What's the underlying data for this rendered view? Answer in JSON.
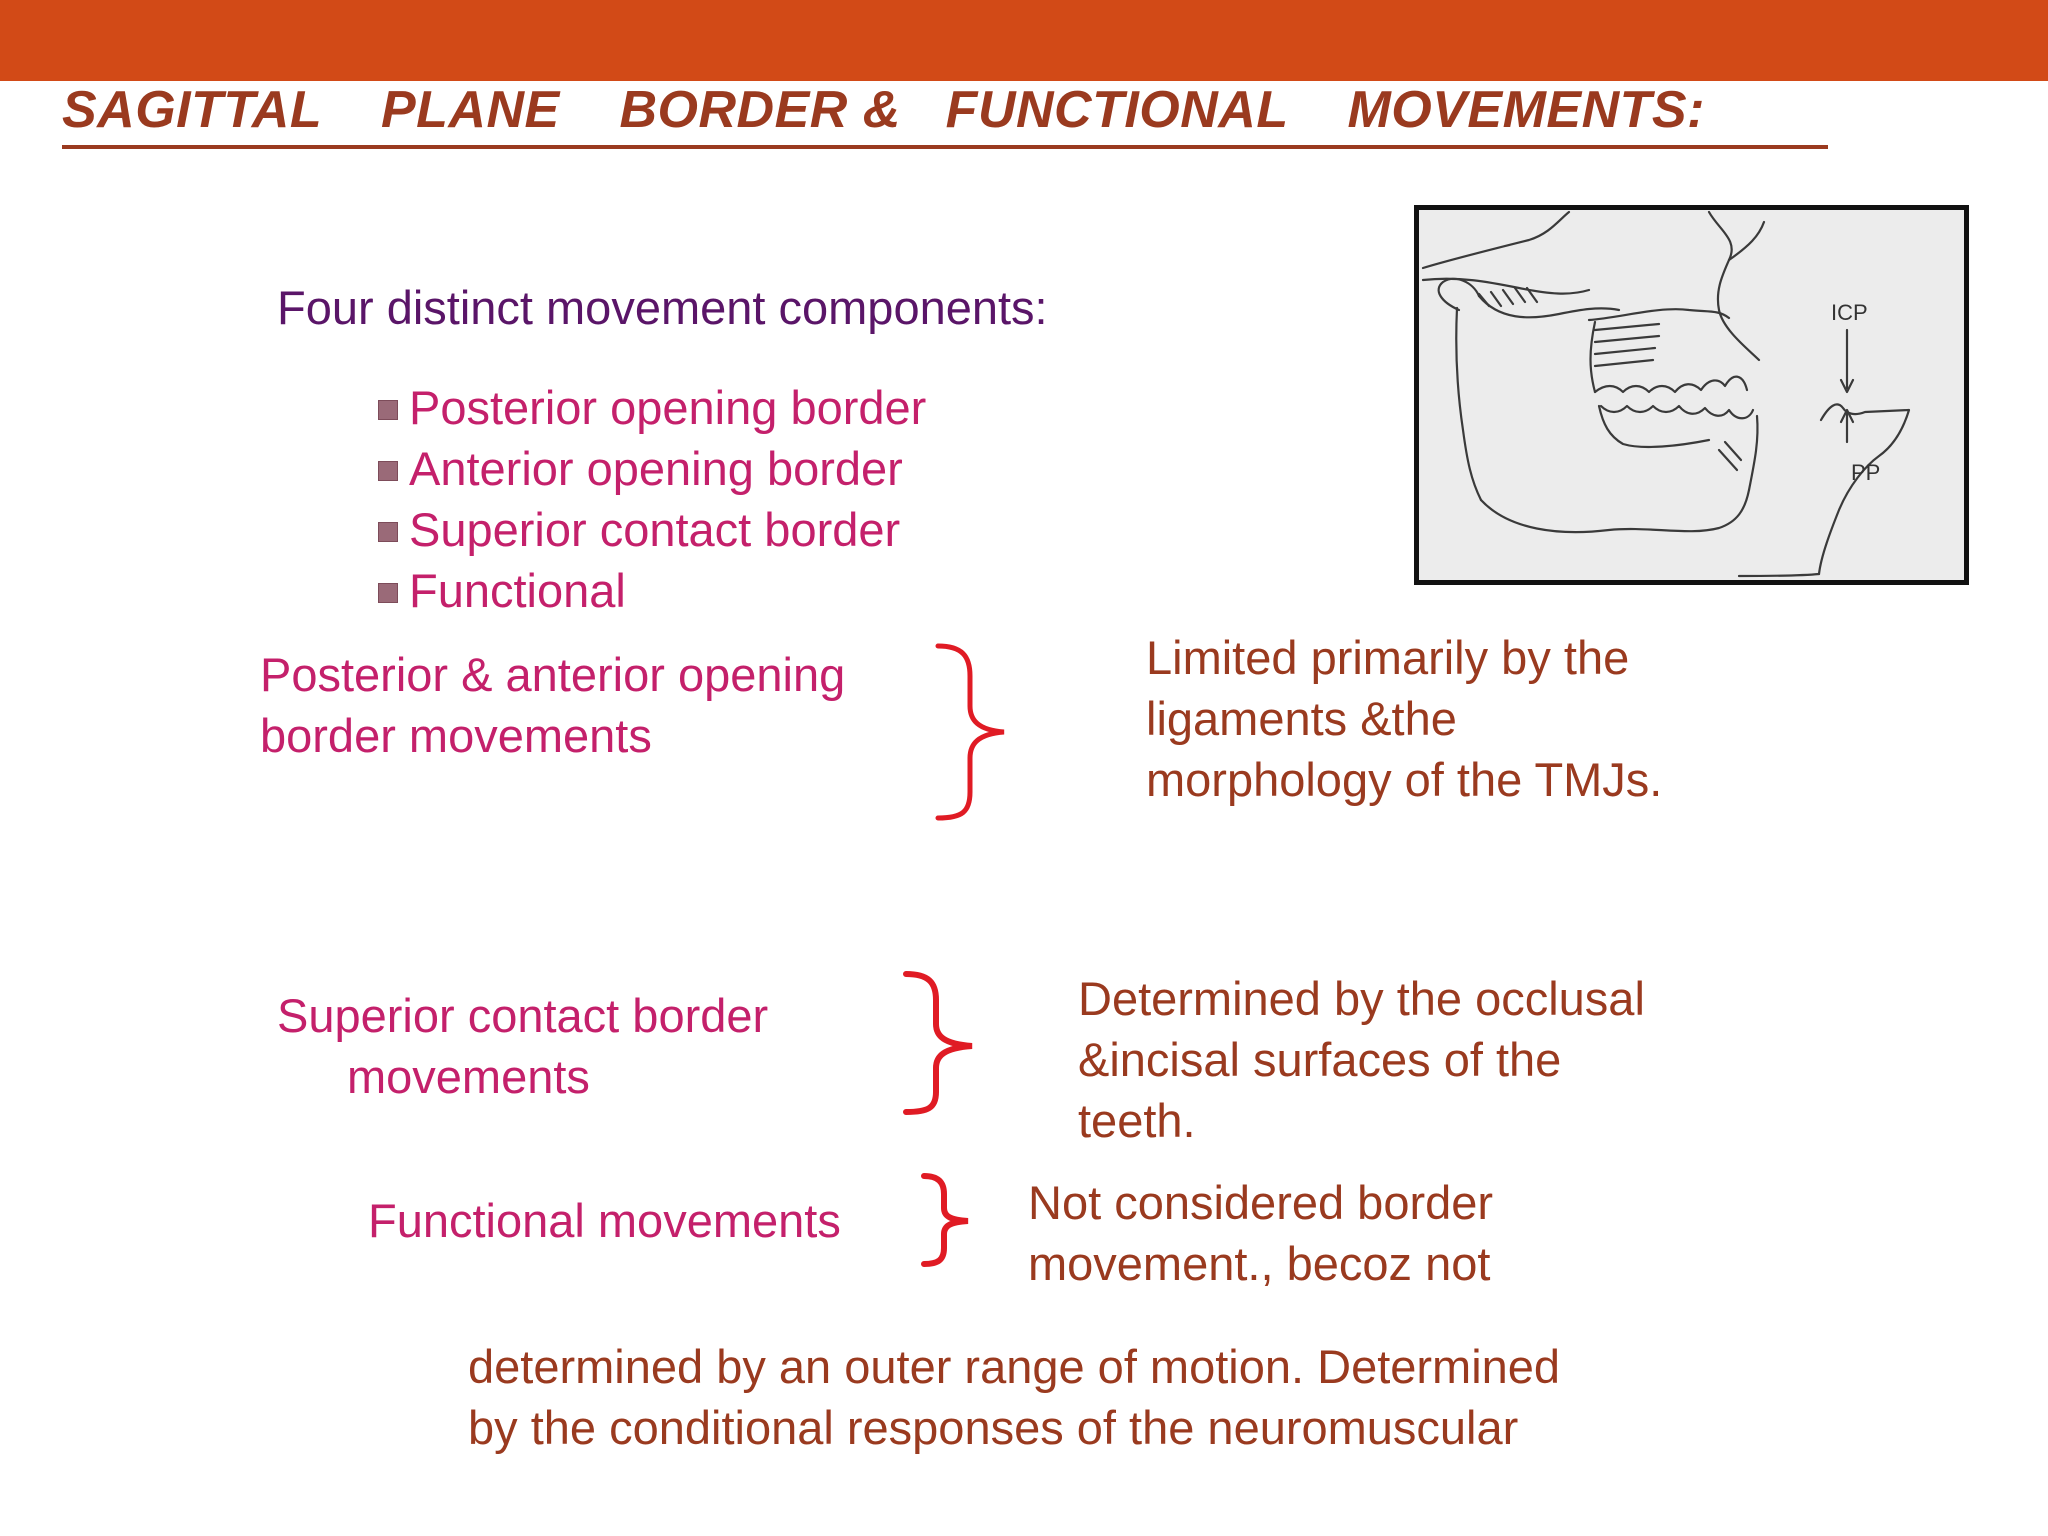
{
  "slide": {
    "title": "SAGITTAL    PLANE    BORDER &   FUNCTIONAL    MOVEMENTS:",
    "intro": "Four distinct movement components:",
    "bullets": [
      "Posterior opening border",
      "Anterior opening border",
      "Superior contact border",
      "Functional"
    ],
    "groups": [
      {
        "label": [
          "Posterior & anterior opening",
          "border movements"
        ],
        "description": [
          "Limited primarily by the",
          "ligaments &the",
          "morphology of the TMJs."
        ]
      },
      {
        "label": [
          "Superior contact border",
          "movements"
        ],
        "description": [
          "Determined by the occlusal",
          "&incisal surfaces of the",
          "teeth."
        ]
      },
      {
        "label": [
          "Functional movements"
        ],
        "description": [
          "Not considered border",
          "movement., becoz not"
        ]
      }
    ],
    "footer": [
      "determined by an outer range of motion. Determined",
      "by  the conditional responses of the neuromuscular"
    ]
  },
  "diagram": {
    "icp_label": "ICP",
    "pp_label": "PP"
  },
  "colors": {
    "top_bar": "#d24a17",
    "title": "#9a3a1f",
    "intro": "#5a1568",
    "labels": "#c4206b",
    "descriptions": "#9a3a1f",
    "braces": "#e01b24"
  }
}
